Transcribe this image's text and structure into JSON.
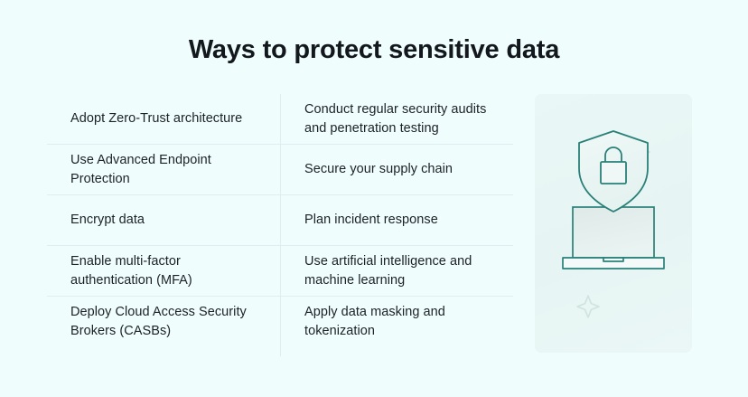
{
  "title": "Ways to protect sensitive data",
  "columns": [
    {
      "name": "left-column",
      "items": [
        "Adopt Zero-Trust architecture",
        "Use Advanced Endpoint Protection",
        "Encrypt data",
        "Enable multi-factor authentication (MFA)",
        "Deploy Cloud Access Security Brokers (CASBs)"
      ]
    },
    {
      "name": "right-column",
      "items": [
        "Conduct regular security audits and penetration testing",
        "Secure your supply chain",
        "Plan incident response",
        "Use artificial intelligence and machine learning",
        "Apply data masking and tokenization"
      ]
    }
  ],
  "illustration": {
    "name": "laptop-shield-lock-illustration",
    "elements": [
      "laptop-icon",
      "shield-icon",
      "padlock-icon",
      "sparkle-icon",
      "sparkle-icon"
    ]
  },
  "colors": {
    "page_background": "#f0fdfd",
    "panel_background": "#e7f6f4",
    "title_text": "#12181d",
    "body_text": "#1b2228",
    "divider": "#dfeef0",
    "illustration_stroke": "#2a8078",
    "sparkle_stroke": "#cfe3e0"
  }
}
